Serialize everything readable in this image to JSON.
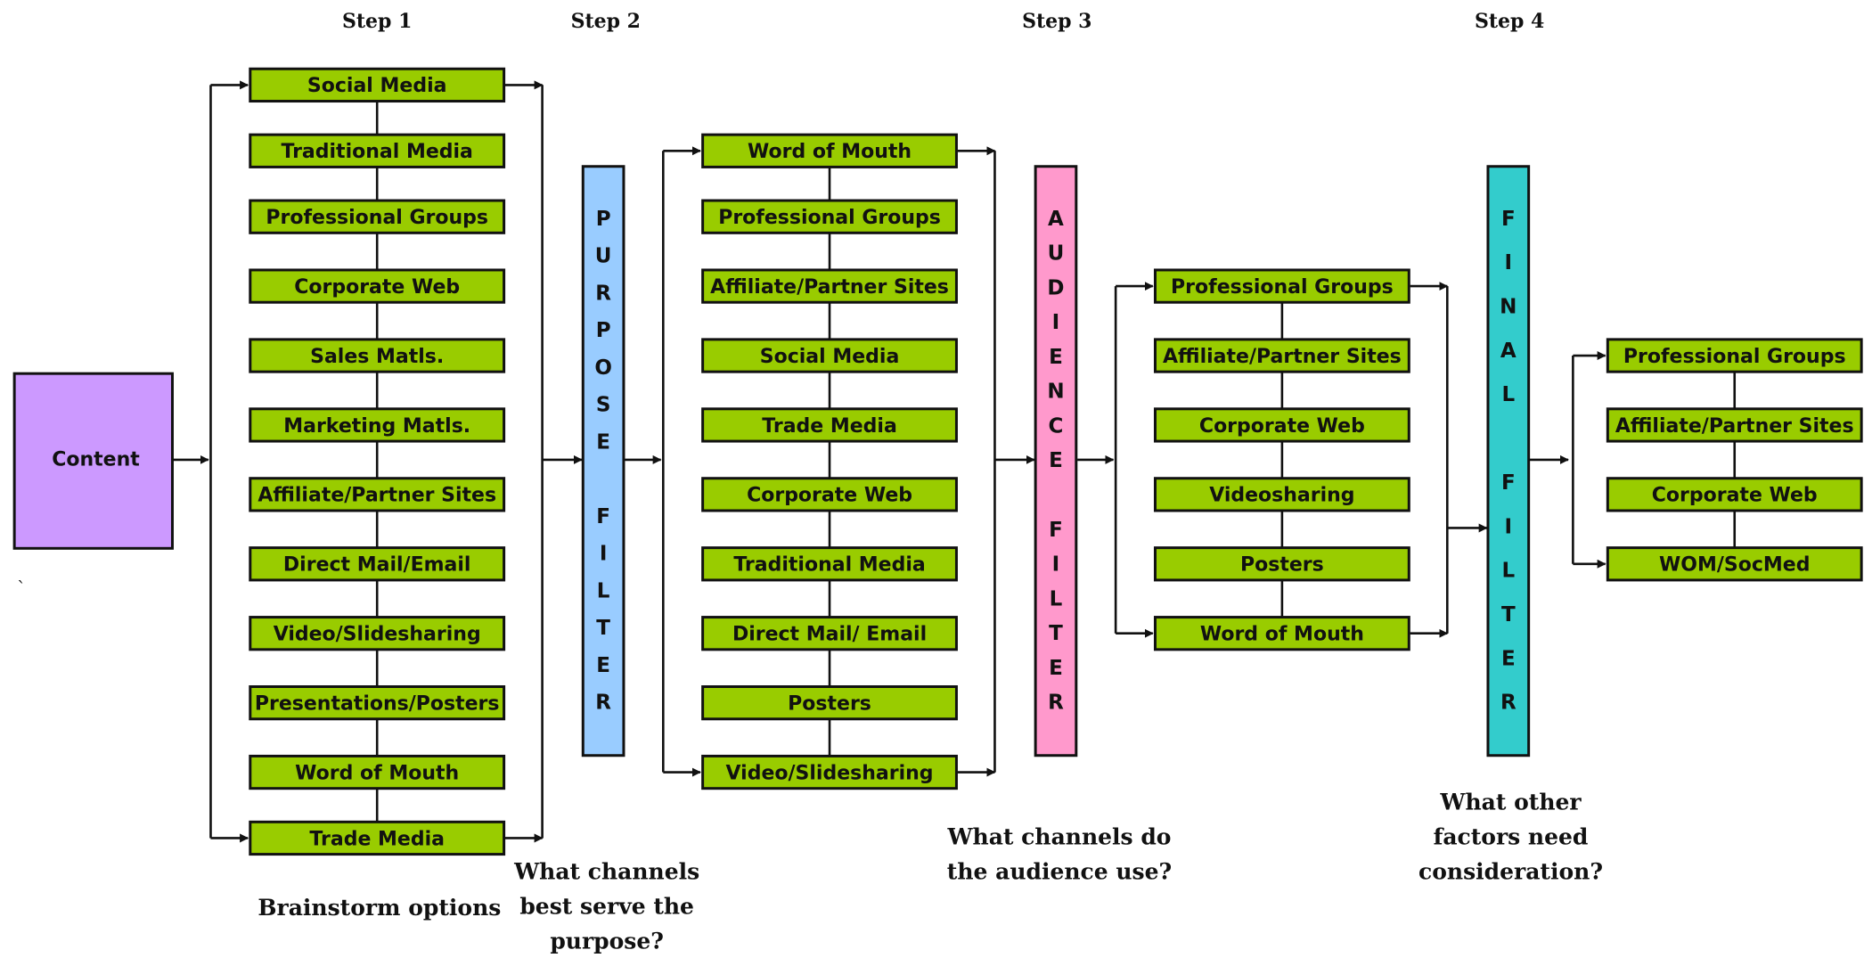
{
  "colors": {
    "channel_fill": "#99cc00",
    "content_fill": "#cc99ff",
    "purpose_filter_fill": "#99ccff",
    "audience_filter_fill": "#ff99cc",
    "final_filter_fill": "#33cccc",
    "stroke": "#111111"
  },
  "steps": [
    "Step 1",
    "Step 2",
    "Step 3",
    "Step 4"
  ],
  "content_label": "Content",
  "stray_mark": "`",
  "filters": {
    "purpose": "PURPOSE FILTER",
    "audience": "AUDIENCE FILTER",
    "final": "FINAL FILTER"
  },
  "captions": {
    "brainstorm": [
      "Brainstorm options"
    ],
    "purpose": [
      "What channels",
      "best serve the",
      "purpose?"
    ],
    "audience": [
      "What channels do",
      "the audience use?"
    ],
    "final": [
      "What other",
      "factors need",
      "consideration?"
    ]
  },
  "columns": {
    "brainstorm": [
      "Social Media",
      "Traditional Media",
      "Professional  Groups",
      "Corporate Web",
      "Sales Matls.",
      "Marketing Matls.",
      "Affiliate/Partner Sites",
      "Direct  Mail/Email",
      "Video/Slidesharing",
      "Presentations/Posters",
      "Word of Mouth",
      "Trade Media"
    ],
    "purpose": [
      "Word of Mouth",
      "Professional  Groups",
      "Affiliate/Partner Sites",
      "Social Media",
      "Trade Media",
      "Corporate Web",
      "Traditional Media",
      "Direct Mail/ Email",
      "Posters",
      "Video/Slidesharing"
    ],
    "audience": [
      "Professional  Groups",
      "Affiliate/Partner Sites",
      "Corporate Web",
      "Videosharing",
      "Posters",
      "Word of Mouth"
    ],
    "final": [
      "Professional  Groups",
      "Affiliate/Partner Sites",
      "Corporate Web",
      "WOM/SocMed"
    ]
  }
}
